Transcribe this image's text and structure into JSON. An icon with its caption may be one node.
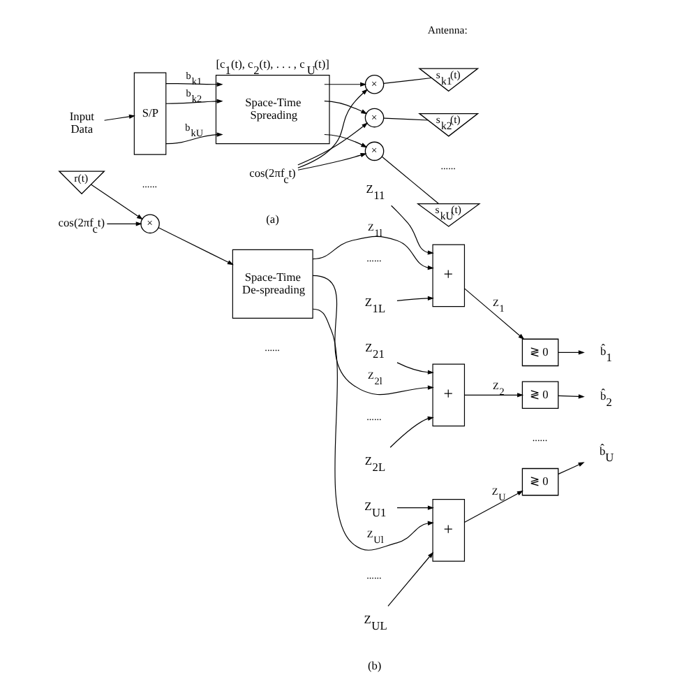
{
  "diagram": {
    "nodes": [
      {
        "text": [
          "Input Data"
        ]
      },
      {
        "text": [
          "S/P"
        ]
      },
      {
        "text": [
          "Space-Time Spreading"
        ],
        "beside": [
          "[c$_{1}$(t), c$_{2}$(t), . . . , c$_{U}$(t)]"
        ]
      },
      {
        "text": [
          "×"
        ]
      },
      {
        "text": [
          "×"
        ]
      },
      {
        "text": [
          "×"
        ]
      },
      {
        "text": [
          "s$_{k1}$(t)"
        ]
      },
      {
        "text": [
          "s$_{k2}$(t)"
        ]
      },
      {
        "text": [
          "s$_{kU}$(t)"
        ]
      },
      {
        "text": [
          "cos(2πf$_{c}$t)"
        ]
      },
      {
        "text": [
          "r(t)"
        ]
      },
      {
        "text": [
          "×"
        ]
      },
      {
        "text": [
          "cos(2πf$_{c}$t)"
        ]
      },
      {
        "text": [
          "Space-Time De-spreading"
        ]
      },
      {
        "text": [
          "Z$_{11}$"
        ]
      },
      {
        "text": [
          "Z$_{1L}$"
        ]
      },
      {
        "text": [
          "+"
        ]
      },
      {
        "text": [
          "≷ 0"
        ]
      },
      {
        "text": [
          "b̂$_{1}$"
        ]
      },
      {
        "text": [
          "Z$_{21}$"
        ]
      },
      {
        "text": [
          "Z$_{2L}$"
        ]
      },
      {
        "text": [
          "+"
        ]
      },
      {
        "text": [
          "≷ 0"
        ]
      },
      {
        "text": [
          "b̂$_{2}$"
        ]
      },
      {
        "text": [
          "Z$_{U1}$"
        ]
      },
      {
        "text": [
          "Z$_{UL}$"
        ]
      },
      {
        "text": [
          "+"
        ]
      },
      {
        "text": [
          "≷ 0"
        ]
      },
      {
        "text": [
          "b̂$_{U}$"
        ]
      }
    ],
    "edges": [
      {
        "from": 0,
        "to": 1,
        "arrow": "to"
      },
      {
        "from": 1,
        "to": 2,
        "arrow": "to",
        "label": "b$_{k1}$"
      },
      {
        "from": 1,
        "to": 2,
        "arrow": "to",
        "label": "b$_{k2}$"
      },
      {
        "from": 1,
        "to": 2,
        "arrow": "to",
        "label": "b$_{kU}$"
      },
      {
        "from": 2,
        "to": 3,
        "arrow": "to"
      },
      {
        "from": 2,
        "to": 4,
        "arrow": "to"
      },
      {
        "from": 2,
        "to": 5,
        "arrow": "to"
      },
      {
        "from": 3,
        "to": 6,
        "arrow": "none"
      },
      {
        "from": 4,
        "to": 7,
        "arrow": "none"
      },
      {
        "from": 5,
        "to": 8,
        "arrow": "none"
      },
      {
        "from": 9,
        "to": 3,
        "arrow": "to"
      },
      {
        "from": 9,
        "to": 4,
        "arrow": "to"
      },
      {
        "from": 9,
        "to": 5,
        "arrow": "to"
      },
      {
        "from": 10,
        "to": 11,
        "arrow": "to"
      },
      {
        "from": 12,
        "to": 11,
        "arrow": "to"
      },
      {
        "from": 11,
        "to": 13,
        "arrow": "to"
      },
      {
        "from": 13,
        "to": 16,
        "arrow": "to",
        "label": "Z$_{1l}$"
      },
      {
        "from": 13,
        "to": 21,
        "arrow": "to",
        "label": "Z$_{2l}$"
      },
      {
        "from": 13,
        "to": 26,
        "arrow": "to",
        "label": "Z$_{Ul}$"
      },
      {
        "from": 14,
        "to": 16,
        "arrow": "to"
      },
      {
        "from": 15,
        "to": 16,
        "arrow": "to"
      },
      {
        "from": 16,
        "to": 17,
        "arrow": "to",
        "label": "Z$_{1}$"
      },
      {
        "from": 17,
        "to": 18,
        "arrow": "to"
      },
      {
        "from": 19,
        "to": 21,
        "arrow": "to"
      },
      {
        "from": 20,
        "to": 21,
        "arrow": "to"
      },
      {
        "from": 21,
        "to": 22,
        "arrow": "to",
        "label": "Z$_{2}$"
      },
      {
        "from": 22,
        "to": 23,
        "arrow": "to"
      },
      {
        "from": 24,
        "to": 26,
        "arrow": "to"
      },
      {
        "from": 25,
        "to": 26,
        "arrow": "to"
      },
      {
        "from": 26,
        "to": 27,
        "arrow": "to",
        "label": "Z$_{U}$"
      },
      {
        "from": 27,
        "to": 28,
        "arrow": "to"
      }
    ],
    "labels": [
      "Antenna:",
      "......",
      "......",
      "(a)",
      "......",
      "......",
      "......",
      "......",
      "......",
      "(b)"
    ]
  }
}
